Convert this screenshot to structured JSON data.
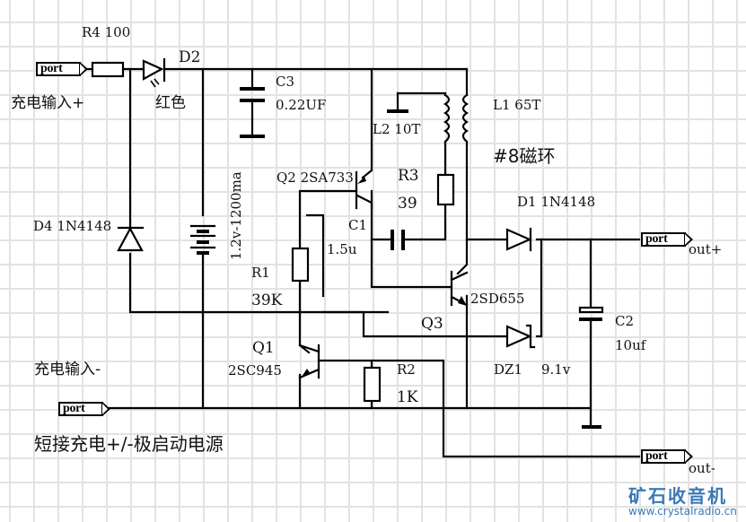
{
  "ports": {
    "input_pos": {
      "tag": "port",
      "label": "充电输入+"
    },
    "input_neg": {
      "tag": "port",
      "label": "充电输入-"
    },
    "out_pos": {
      "tag": "port",
      "label": "out+"
    },
    "out_neg": {
      "tag": "port",
      "label": "out-"
    }
  },
  "components": {
    "R4": {
      "label": "R4 100"
    },
    "D2": {
      "ref": "D2",
      "note": "红色"
    },
    "C3": {
      "ref": "C3",
      "value": "0.22UF"
    },
    "battery": {
      "label": "1.2v-1200ma"
    },
    "D4": {
      "label": "D4 1N4148"
    },
    "Q2": {
      "label": "Q2 2SA733"
    },
    "L2": {
      "label": "L2 10T"
    },
    "L1": {
      "label": "L1 65T"
    },
    "core": {
      "label": "#8磁环"
    },
    "R3": {
      "ref": "R3",
      "value": "39"
    },
    "C1": {
      "ref": "C1",
      "value": "1.5u"
    },
    "D1": {
      "label": "D1 1N4148"
    },
    "R1": {
      "ref": "R1",
      "value": "39K"
    },
    "Q3": {
      "ref": "Q3",
      "part": "2SD655"
    },
    "Q1": {
      "ref": "Q1",
      "part": "2SC945"
    },
    "DZ1": {
      "ref": "DZ1",
      "value": "9.1v"
    },
    "C2": {
      "ref": "C2",
      "value": "10uf"
    },
    "R2": {
      "ref": "R2",
      "value": "1K"
    }
  },
  "note": "短接充电+/-极启动电源",
  "watermark": {
    "title": "矿石收音机",
    "url": "www.crystalradio.cn"
  }
}
